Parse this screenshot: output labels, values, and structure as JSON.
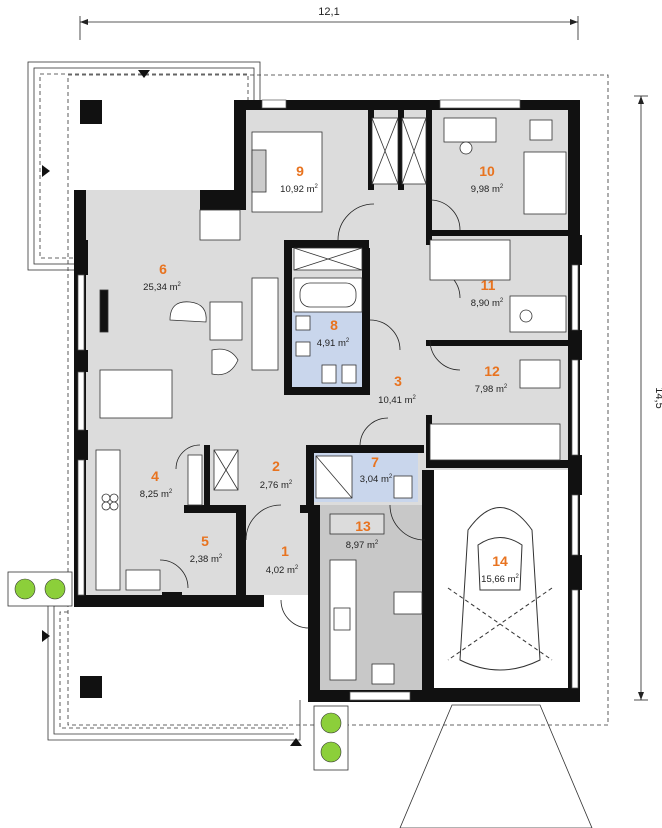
{
  "dimensions": {
    "width_label": "12,1",
    "height_label": "14,5"
  },
  "area_unit": "m",
  "area_unit_exp": "2",
  "rooms": [
    {
      "number": "1",
      "area": "4,02"
    },
    {
      "number": "2",
      "area": "2,76"
    },
    {
      "number": "3",
      "area": "10,41"
    },
    {
      "number": "4",
      "area": "8,25"
    },
    {
      "number": "5",
      "area": "2,38"
    },
    {
      "number": "6",
      "area": "25,34"
    },
    {
      "number": "7",
      "area": "3,04"
    },
    {
      "number": "8",
      "area": "4,91"
    },
    {
      "number": "9",
      "area": "10,92"
    },
    {
      "number": "10",
      "area": "9,98"
    },
    {
      "number": "11",
      "area": "8,90"
    },
    {
      "number": "12",
      "area": "7,98"
    },
    {
      "number": "13",
      "area": "8,97"
    },
    {
      "number": "14",
      "area": "15,66"
    }
  ],
  "colors": {
    "wall": "#111111",
    "floor": "#dcdcdc",
    "bathroom_tile": "#c9d6ec",
    "utility_tile": "#c8c8c8",
    "label_number": "#e8731f",
    "plant": "#8ccf3a"
  }
}
